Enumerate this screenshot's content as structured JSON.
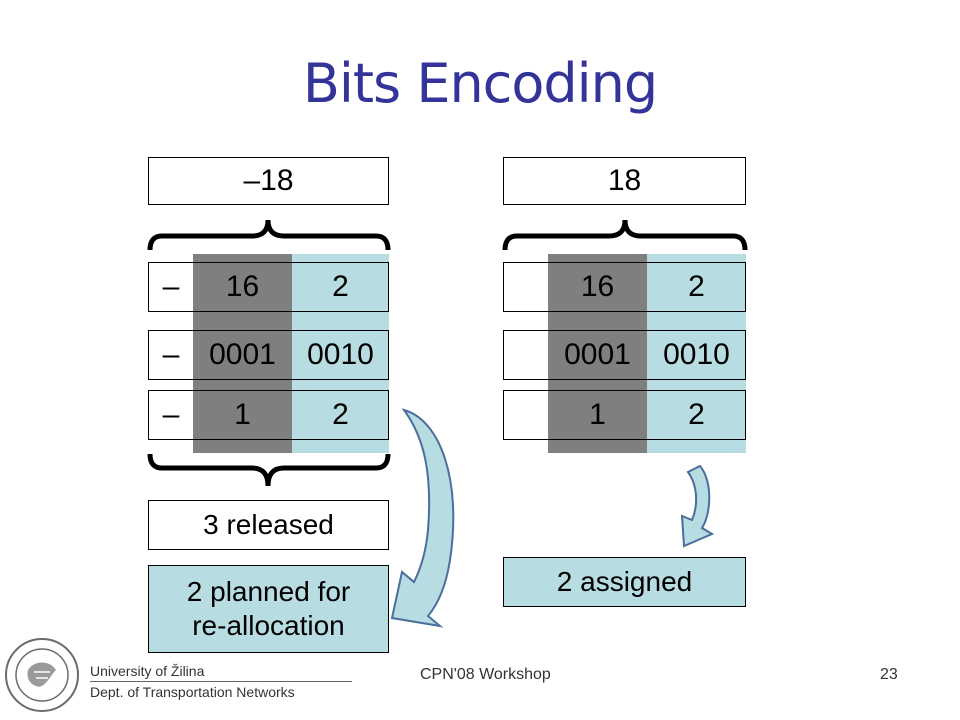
{
  "title": "Bits Encoding",
  "left": {
    "top_value": "–18",
    "rows": [
      {
        "sign": "–",
        "high": "16",
        "low": "2"
      },
      {
        "sign": "–",
        "high": "0001",
        "low": "0010"
      },
      {
        "sign": "–",
        "high": "1",
        "low": "2"
      }
    ],
    "released": "3 released",
    "planned_line1": "2 planned for",
    "planned_line2": "re-allocation"
  },
  "right": {
    "top_value": "18",
    "rows": [
      {
        "sign": "",
        "high": "16",
        "low": "2"
      },
      {
        "sign": "",
        "high": "0001",
        "low": "0010"
      },
      {
        "sign": "",
        "high": "1",
        "low": "2"
      }
    ],
    "assigned": "2 assigned"
  },
  "footer": {
    "university": "University of Žilina",
    "department": "Dept. of Transportation Networks",
    "center": "CPN'08 Workshop",
    "page": "23"
  },
  "colors": {
    "title": "#333399",
    "dark": "#7f7f7f",
    "light": "#b7dde2"
  }
}
